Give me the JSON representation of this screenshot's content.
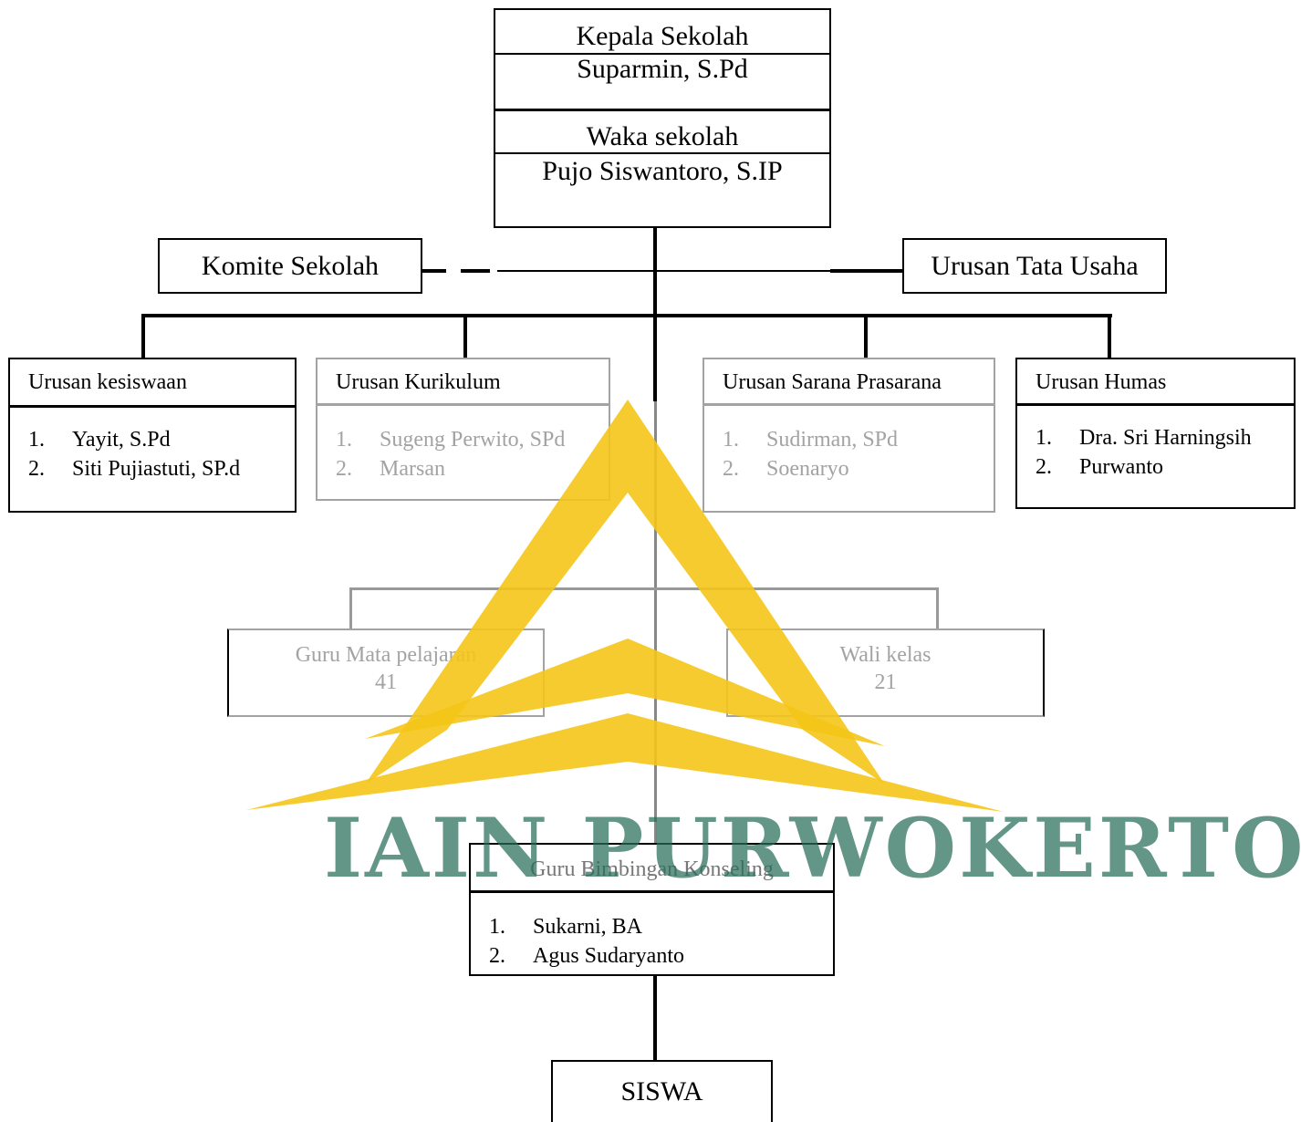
{
  "head": {
    "title": "Kepala Sekolah",
    "name": "Suparmin, S.Pd"
  },
  "deputy": {
    "title": "Waka sekolah",
    "name": "Pujo Siswantoro, S.IP"
  },
  "committee": {
    "label": "Komite Sekolah"
  },
  "administration": {
    "label": "Urusan Tata Usaha"
  },
  "departments": [
    {
      "title": "Urusan kesiswaan",
      "members": [
        {
          "num": "1.",
          "name": "Yayit, S.Pd"
        },
        {
          "num": "2.",
          "name": "Siti Pujiastuti, SP.d"
        }
      ]
    },
    {
      "title": "Urusan Kurikulum",
      "members": [
        {
          "num": "1.",
          "name": "Sugeng Perwito, SPd"
        },
        {
          "num": "2.",
          "name": "Marsan"
        }
      ]
    },
    {
      "title": "Urusan Sarana Prasarana",
      "members": [
        {
          "num": "1.",
          "name": "Sudirman, SPd"
        },
        {
          "num": "2.",
          "name": "Soenaryo"
        }
      ]
    },
    {
      "title": "Urusan Humas",
      "members": [
        {
          "num": "1.",
          "name": "Dra. Sri Harningsih"
        },
        {
          "num": "2.",
          "name": "Purwanto"
        }
      ]
    }
  ],
  "teachers": {
    "label": "Guru Mata pelajaran",
    "count": "41"
  },
  "homeroom": {
    "label": "Wali kelas",
    "count": "21"
  },
  "counseling": {
    "title": "Guru Bimbingan Konseling",
    "members": [
      {
        "num": "1.",
        "name": "Sukarni, BA"
      },
      {
        "num": "2.",
        "name": "Agus Sudaryanto"
      }
    ]
  },
  "students": {
    "label": "SISWA"
  },
  "watermark": {
    "text": "IAIN PURWOKERTO",
    "accent_color": "#f5c518",
    "text_color": "#2e7d65"
  }
}
